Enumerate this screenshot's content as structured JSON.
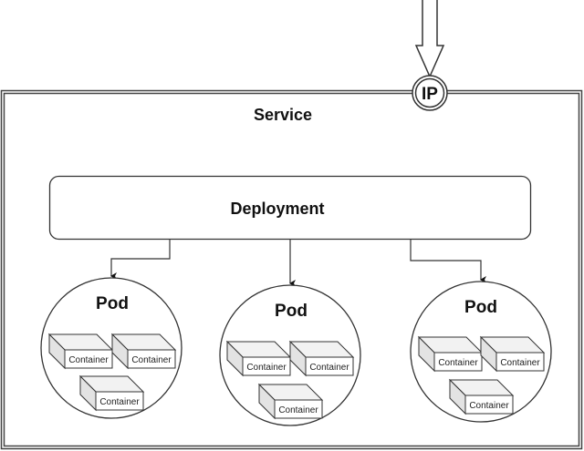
{
  "diagram": {
    "service": {
      "label": "Service"
    },
    "ip": {
      "label": "IP"
    },
    "deployment": {
      "label": "Deployment"
    },
    "pods": [
      {
        "label": "Pod",
        "containers": [
          {
            "label": "Container"
          },
          {
            "label": "Container"
          },
          {
            "label": "Container"
          }
        ]
      },
      {
        "label": "Pod",
        "containers": [
          {
            "label": "Container"
          },
          {
            "label": "Container"
          },
          {
            "label": "Container"
          }
        ]
      },
      {
        "label": "Pod",
        "containers": [
          {
            "label": "Container"
          },
          {
            "label": "Container"
          },
          {
            "label": "Container"
          }
        ]
      }
    ],
    "colors": {
      "stroke": "#333333",
      "container_side": "#e3e3e3",
      "container_top": "#f2f2f2",
      "background": "#ffffff"
    }
  }
}
